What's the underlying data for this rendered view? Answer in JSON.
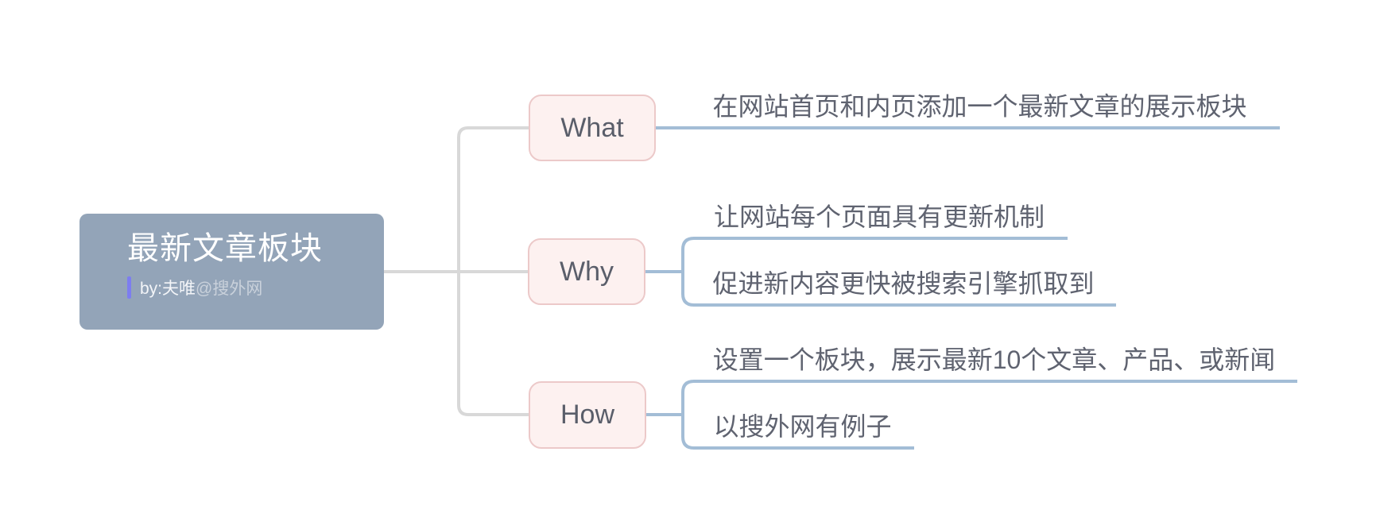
{
  "colors": {
    "root_bg": "#93a4b8",
    "root_text": "#ffffff",
    "subtitle_bar": "#7d7df0",
    "subtitle_primary": "#f3f5f8",
    "subtitle_secondary": "#c9d1db",
    "child_bg": "#fdf1f0",
    "child_border": "#ecc9c9",
    "child_text": "#5a5e6a",
    "leaf_text": "#5f6370",
    "connector_gray": "#d8d8d8",
    "connector_blue": "#a3bdd6"
  },
  "root": {
    "title": "最新文章板块",
    "subtitle_primary": "by:夫唯",
    "subtitle_secondary": "@搜外网"
  },
  "branches": [
    {
      "label": "What",
      "leaves": [
        "在网站首页和内页添加一个最新文章的展示板块"
      ]
    },
    {
      "label": "Why",
      "leaves": [
        "让网站每个页面具有更新机制",
        "促进新内容更快被搜索引擎抓取到"
      ]
    },
    {
      "label": "How",
      "leaves": [
        "设置一个板块，展示最新10个文章、产品、或新闻",
        "以搜外网有例子"
      ]
    }
  ]
}
